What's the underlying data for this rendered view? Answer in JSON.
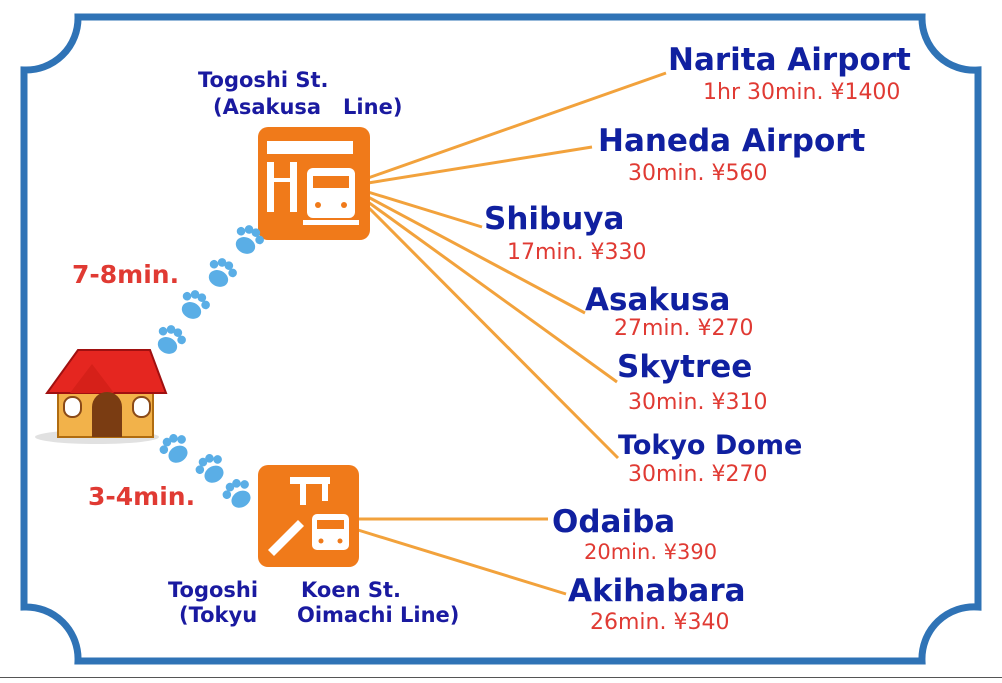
{
  "stations": {
    "togoshi": {
      "line1": "Togoshi St.",
      "line2": "(Asakusa   Line)"
    },
    "togoshi_koen": {
      "line1_a": "Togoshi",
      "line1_b": "Koen St.",
      "line2_a": "(Tokyu",
      "line2_b": "Oimachi Line)"
    }
  },
  "walk_times": {
    "to_togoshi": "7-8min.",
    "to_togoshi_koen": "3-4min."
  },
  "destinations": {
    "narita": {
      "name": "Narita Airport",
      "info": "1hr 30min. ¥1400"
    },
    "haneda": {
      "name": "Haneda Airport",
      "info": "30min. ¥560"
    },
    "shibuya": {
      "name": "Shibuya",
      "info": "17min. ¥330"
    },
    "asakusa": {
      "name": "Asakusa",
      "info": "27min. ¥270"
    },
    "skytree": {
      "name": "Skytree",
      "info": "30min. ¥310"
    },
    "tokyo_dome": {
      "name": "Tokyo Dome",
      "info": "30min. ¥270"
    },
    "odaiba": {
      "name": "Odaiba",
      "info": "20min. ¥390"
    },
    "akihabara": {
      "name": "Akihabara",
      "info": "26min. ¥340"
    }
  },
  "colors": {
    "border": "#2f73b6",
    "station_icon": "#f07a1a",
    "route_line": "#f2a23c",
    "destination": "#1020a0",
    "price": "#e03a33",
    "paw": "#5aaee6",
    "house_roof": "#e52620",
    "house_wall": "#f2b24a"
  },
  "icons": [
    "train-station-icon",
    "house-icon",
    "paw-print-icon"
  ]
}
